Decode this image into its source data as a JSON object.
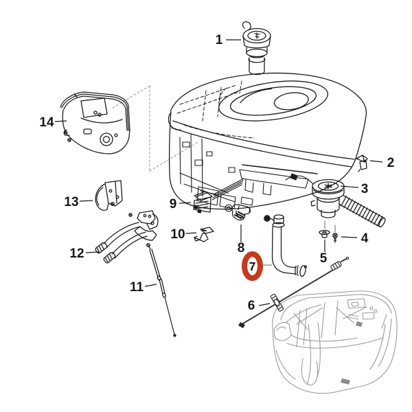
{
  "diagram": {
    "kind": "exploded-parts-diagram",
    "background_color": "#ffffff",
    "line_color": "#1c1c1c",
    "ghost_part_color": "#9a9a9a",
    "highlight": {
      "part_number": "7",
      "style": "ellipse-ring",
      "color": "#c63a1d",
      "leader_color": "#999999"
    },
    "callouts": [
      {
        "number": "1"
      },
      {
        "number": "2"
      },
      {
        "number": "3"
      },
      {
        "number": "4"
      },
      {
        "number": "5"
      },
      {
        "number": "6"
      },
      {
        "number": "7"
      },
      {
        "number": "8"
      },
      {
        "number": "9"
      },
      {
        "number": "10"
      },
      {
        "number": "11"
      },
      {
        "number": "12"
      },
      {
        "number": "13"
      },
      {
        "number": "14"
      }
    ]
  }
}
